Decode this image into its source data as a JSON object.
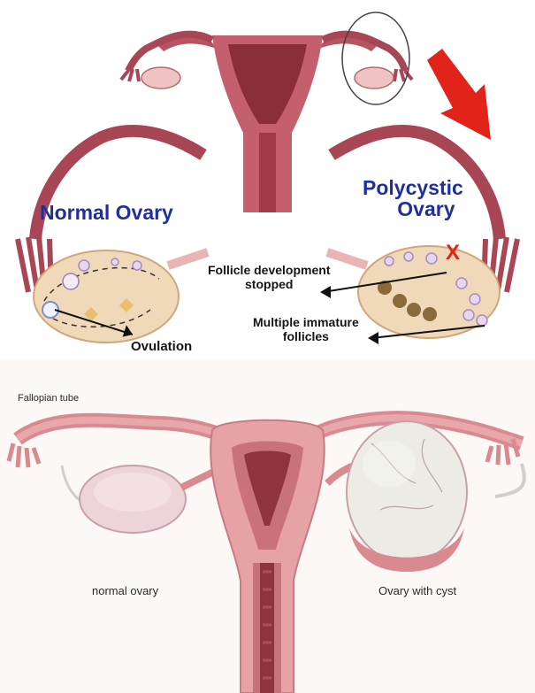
{
  "top_panel": {
    "normal_label": "Normal Ovary",
    "poly_label_line1": "Polycystic",
    "poly_label_line2": "Ovary",
    "follicle_label_line1": "Follicle development",
    "follicle_label_line2": "stopped",
    "immature_label_line1": "Multiple immature",
    "immature_label_line2": "follicles",
    "ovulation_label": "Ovulation",
    "marker_x": "X"
  },
  "bottom_panel": {
    "fallopian_label": "Fallopian tube",
    "normal_label": "normal ovary",
    "cyst_label": "Ovary with cyst"
  },
  "colors": {
    "uterus": "#b85361",
    "uterus_dark": "#8a2e3c",
    "tissue_pink": "#e8a2a5",
    "ovary_fill": "#f0d9b8",
    "label_blue": "#1f2f9c",
    "arrow_red": "#e2231a"
  }
}
